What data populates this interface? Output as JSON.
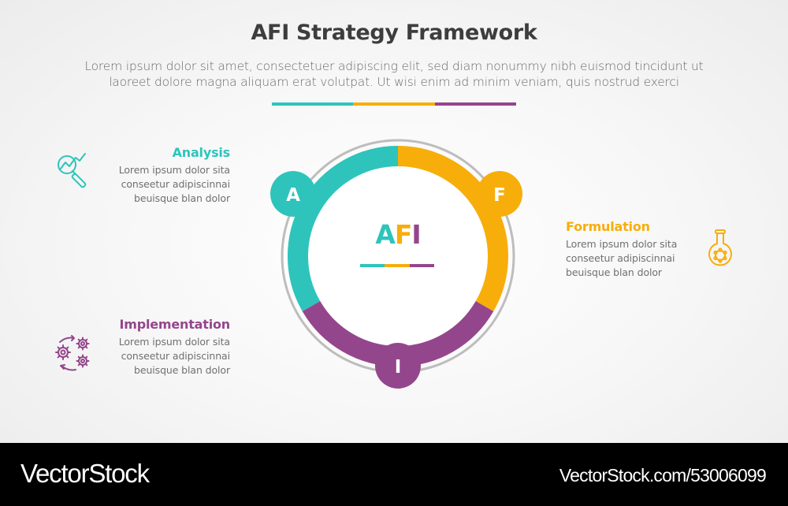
{
  "header": {
    "title": "AFI Strategy Framework",
    "subtitle_line1": "Lorem ipsum dolor sit amet, consectetuer adipiscing elit, sed diam nonummy nibh euismod tincidunt ut",
    "subtitle_line2": "laoreet dolore magna aliquam erat volutpat. Ut wisi enim ad minim veniam, quis nostrud exerci"
  },
  "colors": {
    "analysis": "#2ec4bc",
    "formulation": "#f7ae0b",
    "implementation": "#94468c",
    "ring": "#bdbdbd"
  },
  "center": {
    "a": "A",
    "f": "F",
    "i": "I"
  },
  "nodes": [
    {
      "letter": "A",
      "label": "Analysis",
      "icon": "magnifier-chart-icon",
      "desc_line1": "Lorem ipsum dolor sita",
      "desc_line2": "conseetur adipiscinnai",
      "desc_line3": "beuisque blan dolor"
    },
    {
      "letter": "F",
      "label": "Formulation",
      "icon": "flask-icon",
      "desc_line1": "Lorem ipsum dolor sita",
      "desc_line2": "conseetur adipiscinnai",
      "desc_line3": "beuisque blan dolor"
    },
    {
      "letter": "I",
      "label": "Implementation",
      "icon": "gears-cycle-icon",
      "desc_line1": "Lorem ipsum dolor sita",
      "desc_line2": "conseetur adipiscinnai",
      "desc_line3": "beuisque blan dolor"
    }
  ],
  "footer": {
    "brand": "VectorStock",
    "reference": "VectorStock.com/53006099"
  }
}
